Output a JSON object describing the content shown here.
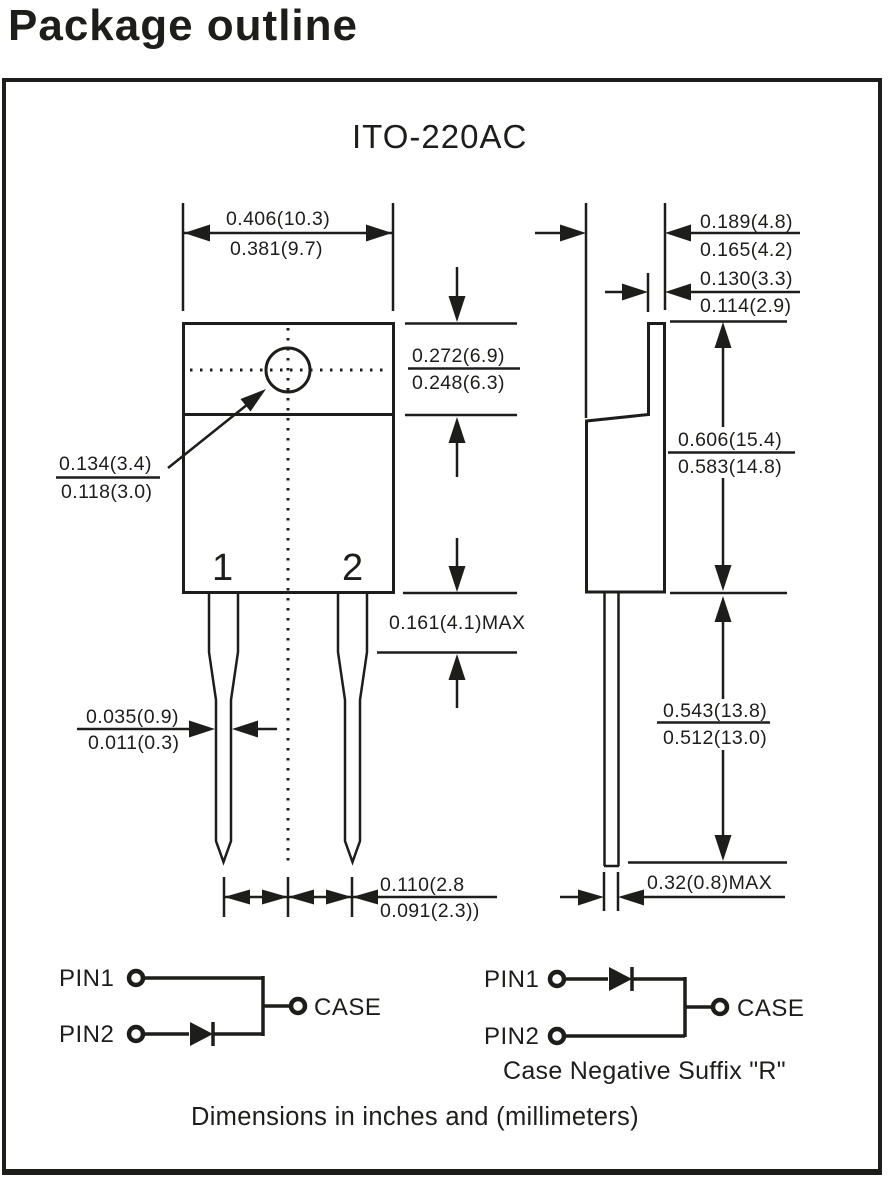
{
  "page": {
    "title": "Package outline",
    "package_name": "ITO-220AC",
    "note": "Dimensions in inches and (millimeters)"
  },
  "front_view": {
    "pin1_number": "1",
    "pin2_number": "2",
    "body_width": {
      "max": "0.406(10.3)",
      "min": "0.381(9.7)"
    },
    "tab_height": {
      "max": "0.272(6.9)",
      "min": "0.248(6.3)"
    },
    "mounting_hole_dia": {
      "max": "0.134(3.4)",
      "min": "0.118(3.0)"
    },
    "shoulder_length": "0.161(4.1)MAX",
    "lead_width": {
      "max": "0.035(0.9)",
      "min": "0.011(0.3)"
    },
    "lead_pitch": {
      "max": "0.110(2.8",
      "min": "0.091(2.3))"
    }
  },
  "side_view": {
    "body_thickness": {
      "max": "0.189(4.8)",
      "min": "0.165(4.2)"
    },
    "tab_thickness": {
      "max": "0.130(3.3)",
      "min": "0.114(2.9)"
    },
    "body_height": {
      "max": "0.606(15.4)",
      "min": "0.583(14.8)"
    },
    "lead_length": {
      "max": "0.543(13.8)",
      "min": "0.512(13.0)"
    },
    "lead_thickness": "0.32(0.8)MAX"
  },
  "schematic_left": {
    "pin1": "PIN1",
    "pin2": "PIN2",
    "case": "CASE"
  },
  "schematic_right": {
    "pin1": "PIN1",
    "pin2": "PIN2",
    "case": "CASE",
    "caption": "Case Negative Suffix \"R\""
  }
}
